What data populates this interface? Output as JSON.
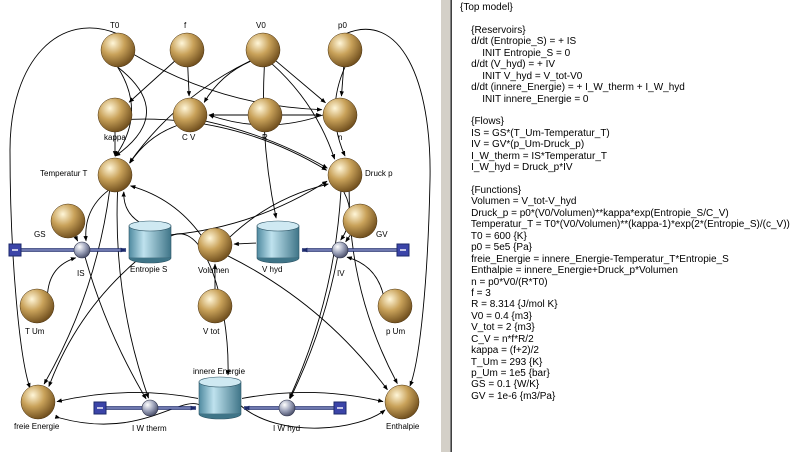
{
  "diagram": {
    "auxiliaries": {
      "T0": "T0",
      "f": "f",
      "V0": "V0",
      "p0": "p0",
      "kappa": "kappa",
      "C_V": "C V",
      "R": "R",
      "n": "n",
      "Temperatur_T": "Temperatur T",
      "Druck_p": "Druck p",
      "GS": "GS",
      "GV": "GV",
      "T_Um": "T Um",
      "p_Um": "p Um",
      "Volumen": "Volumen",
      "V_tot": "V tot",
      "freie_Energie": "freie Energie",
      "Enthalpie": "Enthalpie"
    },
    "reservoirs": {
      "Entropie_S": "Entropie S",
      "V_hyd": "V hyd",
      "innere_Energie": "innere Energie"
    },
    "flows": {
      "IS": "IS",
      "IV": "IV",
      "I_W_therm": "I W therm",
      "I_W_hyd": "I W hyd"
    }
  },
  "editor": {
    "lines": [
      "{Top model}",
      "",
      "    {Reservoirs}",
      "    d/dt (Entropie_S) = + IS",
      "        INIT Entropie_S = 0",
      "    d/dt (V_hyd) = + IV",
      "        INIT V_hyd = V_tot-V0",
      "    d/dt (innere_Energie) = + I_W_therm + I_W_hyd",
      "        INIT innere_Energie = 0",
      "",
      "    {Flows}",
      "    IS = GS*(T_Um-Temperatur_T)",
      "    IV = GV*(p_Um-Druck_p)",
      "    I_W_therm = IS*Temperatur_T",
      "    I_W_hyd = Druck_p*IV",
      "",
      "    {Functions}",
      "    Volumen = V_tot-V_hyd",
      "    Druck_p = p0*(V0/Volumen)**kappa*exp(Entropie_S/C_V)",
      "    Temperatur_T = T0*(V0/Volumen)**(kappa-1)*exp(2*(Entropie_S)/(c_V))",
      "    T0 = 600 {K}",
      "    p0 = 5e5 {Pa}",
      "    freie_Energie = innere_Energie-Temperatur_T*Entropie_S",
      "    Enthalpie = innere_Energie+Druck_p*Volumen",
      "    n = p0*V0/(R*T0)",
      "    f = 3",
      "    R = 8.314 {J/mol K}",
      "    V0 = 0.4 {m3}",
      "    V_tot = 2 {m3}",
      "    C_V = n*f*R/2",
      "    kappa = (f+2)/2",
      "    T_Um = 293 {K}",
      "    p_Um = 1e5 {bar}",
      "    GS = 0.1 {W/K}",
      "    GV = 1e-6 {m3/Pa}"
    ]
  }
}
